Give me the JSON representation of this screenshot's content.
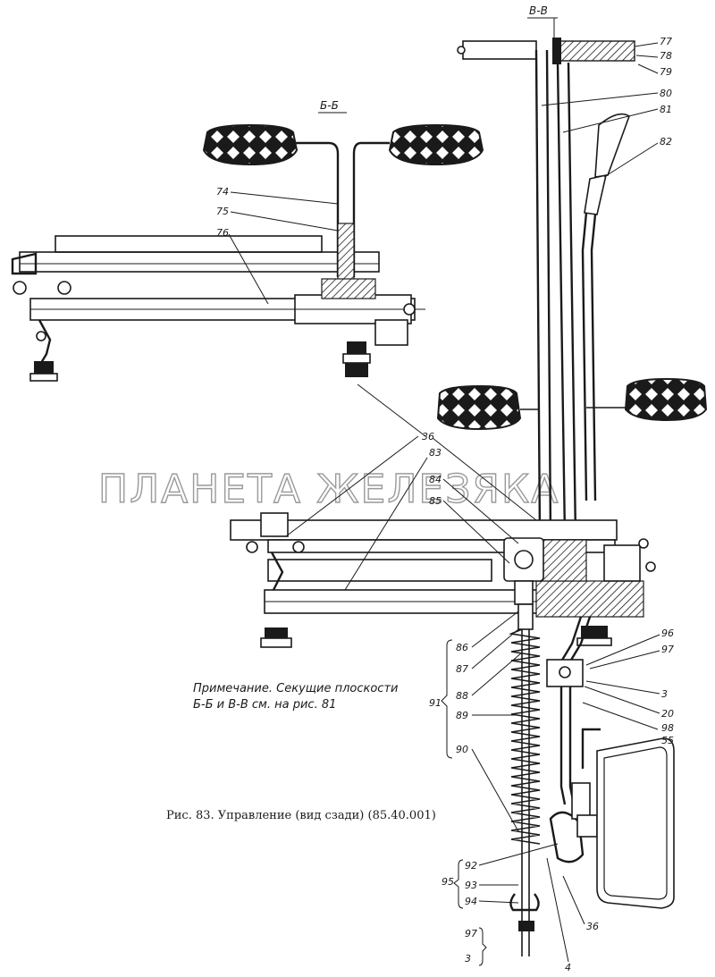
{
  "sections": {
    "b_b": "Б-Б",
    "v_v": "В-В"
  },
  "watermark": "ПЛАНЕТА ЖЕЛЕЗЯКА",
  "note": {
    "line1": "Примечание. Секущие плоскости",
    "line2": "Б-Б и В-В см. на рис. 81"
  },
  "caption": "Рис. 83. Управление (вид сзади) (85.40.001)",
  "labels": {
    "n77": "77",
    "n78": "78",
    "n79": "79",
    "n80": "80",
    "n81": "81",
    "n82": "82",
    "n74": "74",
    "n75": "75",
    "n76": "76",
    "n36a": "36",
    "n83a": "83",
    "n84": "84",
    "n85": "85",
    "n86": "86",
    "n87": "87",
    "n88": "88",
    "n89": "89",
    "n90": "90",
    "n91": "91",
    "n96": "96",
    "n97a": "97",
    "n3a": "3",
    "n20": "20",
    "n98": "98",
    "n55": "55",
    "n92": "92",
    "n93": "93",
    "n94": "94",
    "n95": "95",
    "n36b": "36",
    "n97b": "97",
    "n3b": "3",
    "n4": "4"
  }
}
